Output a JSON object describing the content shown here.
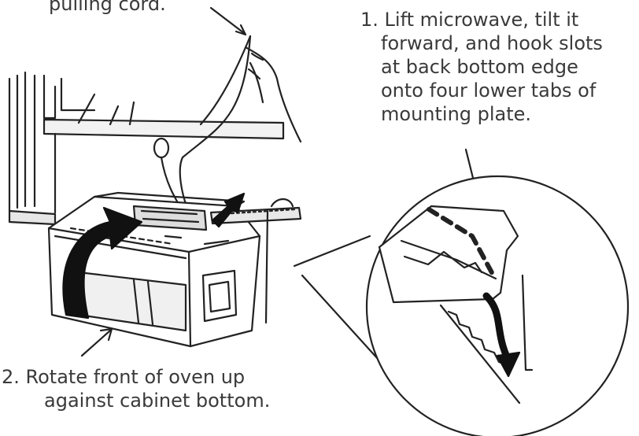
{
  "captions": {
    "top_left_fragment": "pulling cord.",
    "step1": {
      "lines": [
        "1.  Lift microwave, tilt it",
        "forward, and hook slots",
        "at back bottom edge",
        "onto four lower tabs of",
        "mounting plate."
      ]
    },
    "step2": {
      "lines": [
        "2. Rotate front of oven up",
        "against cabinet bottom."
      ]
    }
  }
}
